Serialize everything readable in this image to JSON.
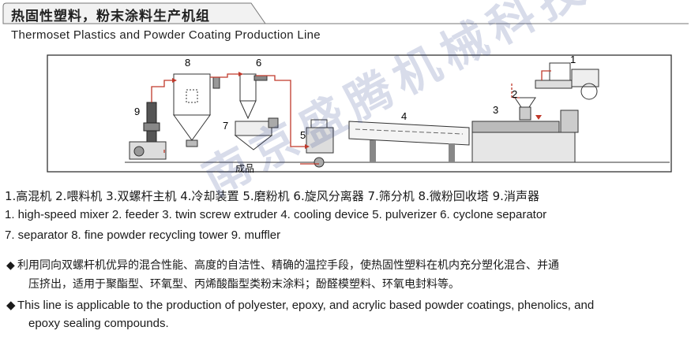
{
  "header": {
    "title": "热固性塑料，粉末涂料生产机组",
    "subtitle": "Thermoset Plastics and Powder Coating Production Line"
  },
  "diagram": {
    "numbers": [
      "1",
      "2",
      "3",
      "4",
      "5",
      "6",
      "7",
      "8",
      "9"
    ],
    "product_label": "成品"
  },
  "legend": {
    "zh": "1.高混机  2.喂料机  3.双螺杆主机  4.冷却装置  5.磨粉机  6.旋风分离器  7.筛分机  8.微粉回收塔  9.消声器",
    "en_line1": "1. high-speed mixer   2. feeder   3. twin screw extruder   4. cooling device   5. pulverizer    6. cyclone separator",
    "en_line2": "7. separator    8. fine powder recycling tower      9. muffler"
  },
  "description": {
    "zh_line1": "利用同向双螺杆机优异的混合性能、高度的自洁性、精确的温控手段，使热固性塑料在机内充分塑化混合、并通",
    "zh_line2": "压挤出，适用于聚酯型、环氧型、丙烯酸酯型类粉末涂料；酚醛模塑料、环氧电封料等。",
    "en_line1": "This line is applicable to the production of polyester, epoxy, and acrylic based powder coatings, phenolics, and",
    "en_line2": "epoxy sealing compounds."
  },
  "watermark": "南京盛腾机械科技"
}
